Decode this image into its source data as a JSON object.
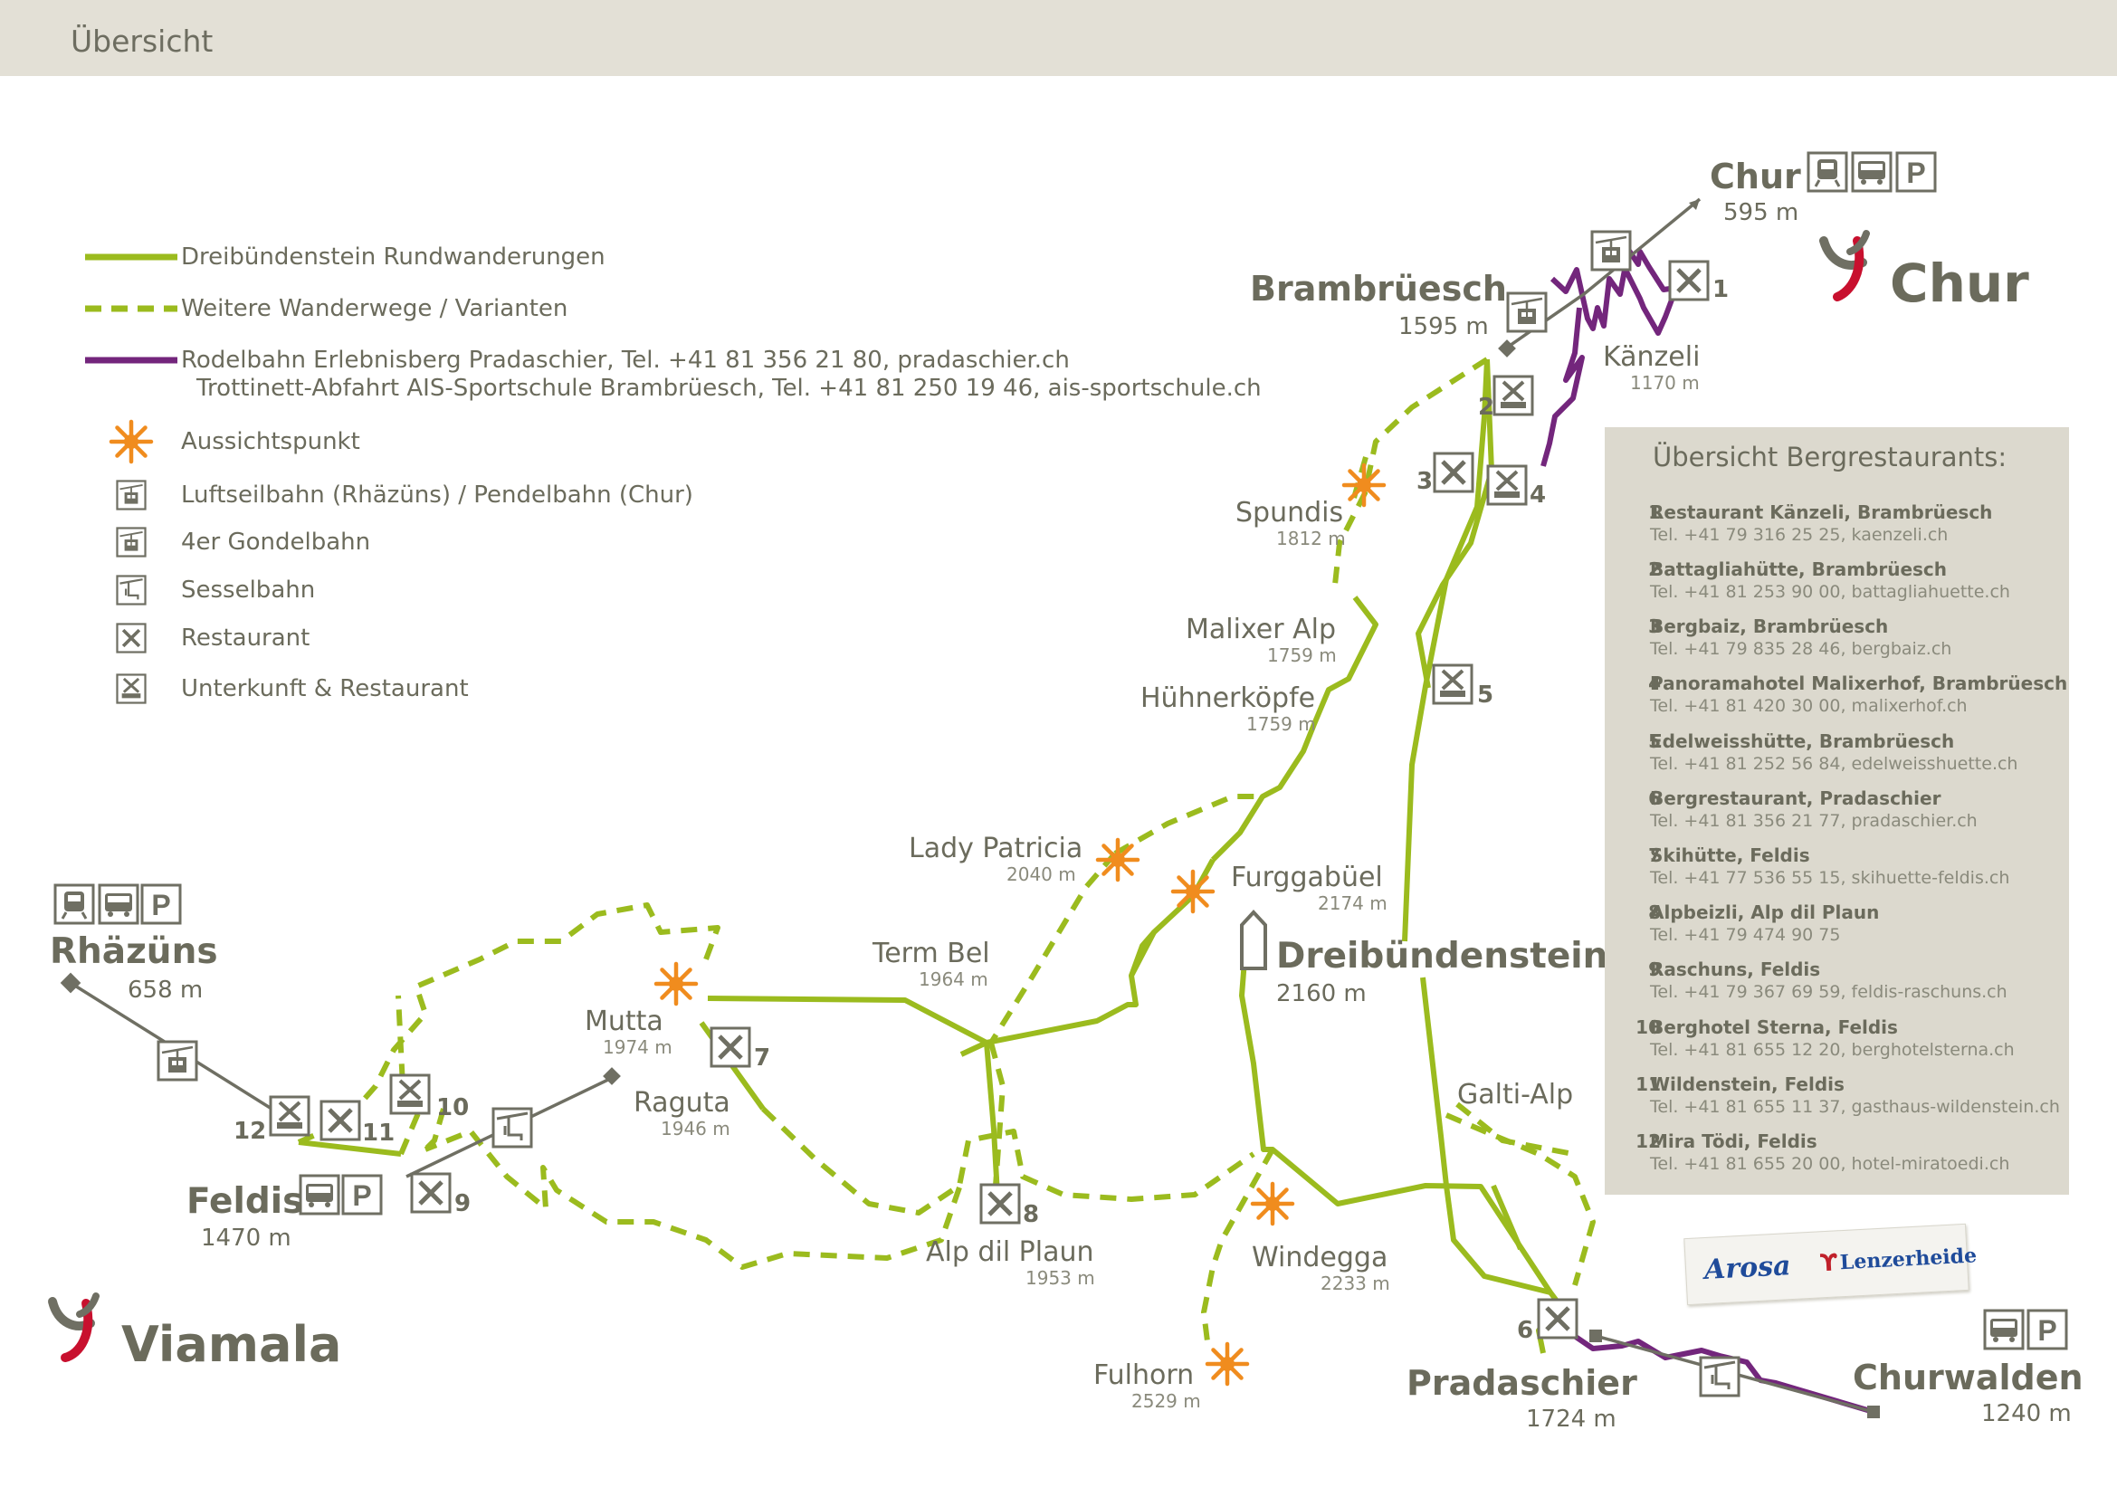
{
  "header": {
    "title": "Übersicht"
  },
  "colors": {
    "green": "#9bbb1e",
    "purple": "#73267c",
    "orange": "#f08c1e",
    "text": "#6b6b5c",
    "gray_line": "#6f6f63",
    "panel": "#dcd9ce",
    "header": "#e3e0d6",
    "logo_red": "#c8102e"
  },
  "legend": {
    "items": [
      {
        "text": "Dreibündenstein Rundwanderungen",
        "symbol": "green-solid-line"
      },
      {
        "text": "Weitere Wanderwege / Varianten",
        "symbol": "green-dashed-line"
      },
      {
        "text": "Rodelbahn Erlebnisberg Pradaschier, Tel. +41 81 356 21 80, pradaschier.ch",
        "text2": "Trottinett-Abfahrt AIS-Sportschule Brambrüesch, Tel. +41 81 250 19 46, ais-sportschule.ch",
        "symbol": "purple-line"
      },
      {
        "text": "Aussichtspunkt",
        "symbol": "viewpoint-icon"
      },
      {
        "text": "Luftseilbahn (Rhäzüns) / Pendelbahn (Chur)",
        "symbol": "aerial-tramway-icon"
      },
      {
        "text": "4er Gondelbahn",
        "symbol": "gondola-icon"
      },
      {
        "text": "Sesselbahn",
        "symbol": "chairlift-icon"
      },
      {
        "text": "Restaurant",
        "symbol": "restaurant-icon"
      },
      {
        "text": "Unterkunft & Restaurant",
        "symbol": "lodging-restaurant-icon"
      }
    ]
  },
  "places": {
    "chur": {
      "name": "Chur",
      "elev": "595 m"
    },
    "brambrueesch": {
      "name": "Brambrüesch",
      "elev": "1595 m"
    },
    "kaenzeli": {
      "name": "Känzeli",
      "elev": "1170 m"
    },
    "spundis": {
      "name": "Spundis",
      "elev": "1812 m"
    },
    "malixer": {
      "name": "Malixer Alp",
      "elev": "1759 m"
    },
    "huehnerkoepfe": {
      "name": "Hühnerköpfe",
      "elev": "1759 m"
    },
    "lady": {
      "name": "Lady Patricia",
      "elev": "2040 m"
    },
    "furgga": {
      "name": "Furggabüel",
      "elev": "2174 m"
    },
    "dreibuenden": {
      "name": "Dreibündenstein",
      "elev": "2160 m"
    },
    "termbel": {
      "name": "Term Bel",
      "elev": "1964 m"
    },
    "rhaezuens": {
      "name": "Rhäzüns",
      "elev": "658 m"
    },
    "mutta": {
      "name": "Mutta",
      "elev": "1974 m"
    },
    "raguta": {
      "name": "Raguta",
      "elev": "1946 m"
    },
    "feldis": {
      "name": "Feldis",
      "elev": "1470 m"
    },
    "alpdilplaun": {
      "name": "Alp dil Plaun",
      "elev": "1953 m"
    },
    "windegga": {
      "name": "Windegga",
      "elev": "2233 m"
    },
    "fulhorn": {
      "name": "Fulhorn",
      "elev": "2529 m"
    },
    "galtialp": {
      "name": "Galti-Alp",
      "elev": ""
    },
    "pradaschier": {
      "name": "Pradaschier",
      "elev": "1724 m"
    },
    "churwalden": {
      "name": "Churwalden",
      "elev": "1240 m"
    }
  },
  "markers": [
    "1",
    "2",
    "3",
    "4",
    "5",
    "6",
    "7",
    "8",
    "9",
    "10",
    "11",
    "12"
  ],
  "brands": {
    "chur": "Chur",
    "viamala": "Viamala",
    "arosa": "Arosa",
    "lenzerheide": "Lenzerheide"
  },
  "panel": {
    "title": "Übersicht Bergrestaurants:",
    "restaurants": [
      {
        "num": "1",
        "name": "Restaurant Känzeli, Brambrüesch",
        "tel": "Tel. +41 79 316 25 25, kaenzeli.ch"
      },
      {
        "num": "2",
        "name": "Battagliahütte, Brambrüesch",
        "tel": "Tel. +41 81 253 90 00, battagliahuette.ch"
      },
      {
        "num": "3",
        "name": "Bergbaiz, Brambrüesch",
        "tel": "Tel. +41 79 835 28 46, bergbaiz.ch"
      },
      {
        "num": "4",
        "name": "Panoramahotel Malixerhof, Brambrüesch",
        "tel": "Tel. +41 81 420 30 00, malixerhof.ch"
      },
      {
        "num": "5",
        "name": "Edelweisshütte, Brambrüesch",
        "tel": "Tel. +41 81 252 56 84, edelweisshuette.ch"
      },
      {
        "num": "6",
        "name": "Bergrestaurant, Pradaschier",
        "tel": "Tel. +41 81 356 21 77, pradaschier.ch"
      },
      {
        "num": "7",
        "name": "Skihütte, Feldis",
        "tel": "Tel. +41 77 536 55 15, skihuette-feldis.ch"
      },
      {
        "num": "8",
        "name": "Alpbeizli, Alp dil Plaun",
        "tel": "Tel. +41 79 474 90 75"
      },
      {
        "num": "9",
        "name": "Raschuns, Feldis",
        "tel": "Tel. +41 79 367 69 59, feldis-raschuns.ch"
      },
      {
        "num": "10",
        "name": "Berghotel Sterna, Feldis",
        "tel": "Tel. +41 81 655 12 20, berghotelsterna.ch"
      },
      {
        "num": "11",
        "name": "Wildenstein, Feldis",
        "tel": "Tel. +41 81 655 11 37, gasthaus-wildenstein.ch"
      },
      {
        "num": "12",
        "name": "Mira Tödi, Feldis",
        "tel": "Tel. +41 81 655 20 00, hotel-miratoedi.ch"
      }
    ]
  }
}
